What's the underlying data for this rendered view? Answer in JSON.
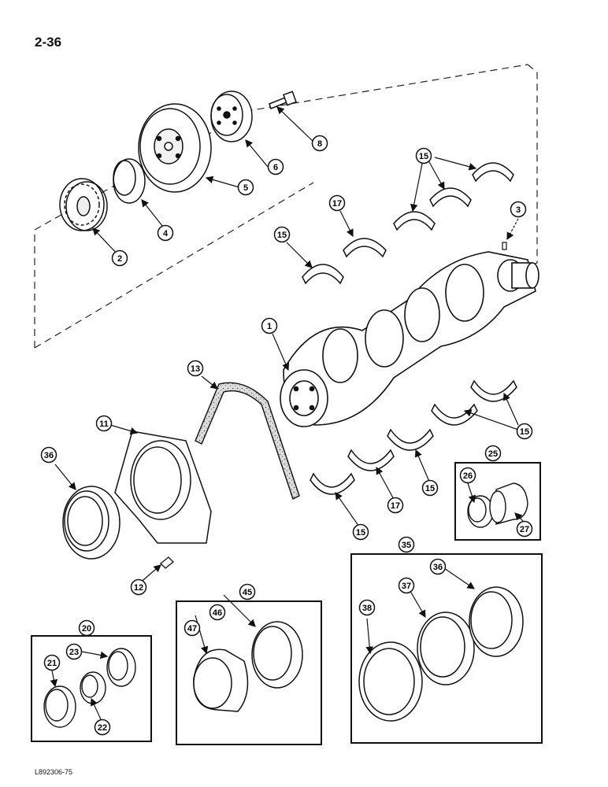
{
  "page": {
    "number": "2-36",
    "figure_code": "L892306-75"
  },
  "callouts": [
    {
      "id": "c1",
      "label": "1"
    },
    {
      "id": "c2",
      "label": "2"
    },
    {
      "id": "c3",
      "label": "3"
    },
    {
      "id": "c4",
      "label": "4"
    },
    {
      "id": "c5",
      "label": "5"
    },
    {
      "id": "c6",
      "label": "6"
    },
    {
      "id": "c8",
      "label": "8"
    },
    {
      "id": "c11",
      "label": "11"
    },
    {
      "id": "c12",
      "label": "12"
    },
    {
      "id": "c13",
      "label": "13"
    },
    {
      "id": "c15a",
      "label": "15"
    },
    {
      "id": "c15b",
      "label": "15"
    },
    {
      "id": "c15c",
      "label": "15"
    },
    {
      "id": "c15d",
      "label": "15"
    },
    {
      "id": "c15e",
      "label": "15"
    },
    {
      "id": "c17a",
      "label": "17"
    },
    {
      "id": "c17b",
      "label": "17"
    },
    {
      "id": "c20",
      "label": "20"
    },
    {
      "id": "c21",
      "label": "21"
    },
    {
      "id": "c22",
      "label": "22"
    },
    {
      "id": "c23",
      "label": "23"
    },
    {
      "id": "c25",
      "label": "25"
    },
    {
      "id": "c26",
      "label": "26"
    },
    {
      "id": "c27",
      "label": "27"
    },
    {
      "id": "c35",
      "label": "35"
    },
    {
      "id": "c36a",
      "label": "36"
    },
    {
      "id": "c36b",
      "label": "36"
    },
    {
      "id": "c37",
      "label": "37"
    },
    {
      "id": "c38",
      "label": "38"
    },
    {
      "id": "c45",
      "label": "45"
    },
    {
      "id": "c46",
      "label": "46"
    },
    {
      "id": "c47",
      "label": "47"
    }
  ]
}
